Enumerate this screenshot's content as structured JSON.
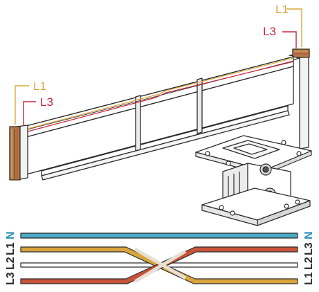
{
  "diagram": {
    "top_right_labels": {
      "upper": "L1",
      "lower": "L3"
    },
    "left_labels": {
      "upper": "L1",
      "lower": "L3"
    },
    "wiring": {
      "left_side": {
        "n": "N",
        "l1": "L1",
        "l2": "L2",
        "l3": "L3"
      },
      "right_side": {
        "n": "N",
        "l3": "L3",
        "l2": "L2",
        "l1": "L1"
      }
    }
  },
  "colors": {
    "label_yellow": "#d9a93a",
    "label_red": "#c8263e",
    "n_line": "#4aa9c6",
    "l1_line": "#d9a43b",
    "l2_line": "#e6e0d3",
    "l3_line": "#c9533a",
    "outline": "#2a2a2a",
    "n_text": "#2a8fb4"
  }
}
